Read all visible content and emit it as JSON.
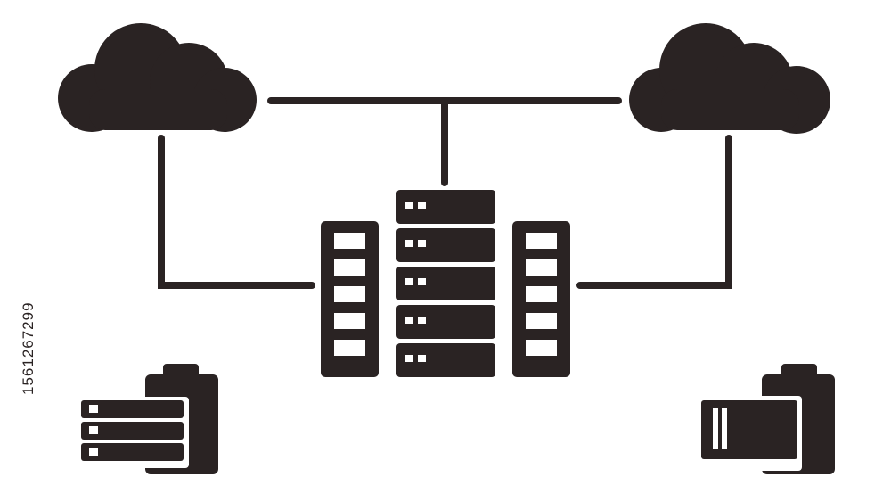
{
  "diagram": {
    "ink_color": "#2a2323",
    "background_color": "#ffffff",
    "nodes": [
      {
        "id": "cloud-left",
        "icon": "cloud-icon"
      },
      {
        "id": "cloud-right",
        "icon": "cloud-icon"
      },
      {
        "id": "server-rack-center",
        "icon": "server-rack-icon"
      },
      {
        "id": "server-tower-left",
        "icon": "server-tower-icon"
      },
      {
        "id": "server-tower-right",
        "icon": "server-tower-icon"
      },
      {
        "id": "storage-folder-left",
        "icon": "server-folder-icon"
      },
      {
        "id": "storage-folder-right",
        "icon": "drive-folder-icon"
      }
    ],
    "edges": [
      {
        "from": "cloud-left",
        "to": "cloud-right"
      },
      {
        "from": "cloud-left",
        "to": "server-tower-left"
      },
      {
        "from": "cloud-right",
        "to": "server-tower-right"
      },
      {
        "from": "cloud-left",
        "to": "server-rack-center"
      }
    ]
  },
  "watermark": {
    "stock_id": "1561267299"
  }
}
